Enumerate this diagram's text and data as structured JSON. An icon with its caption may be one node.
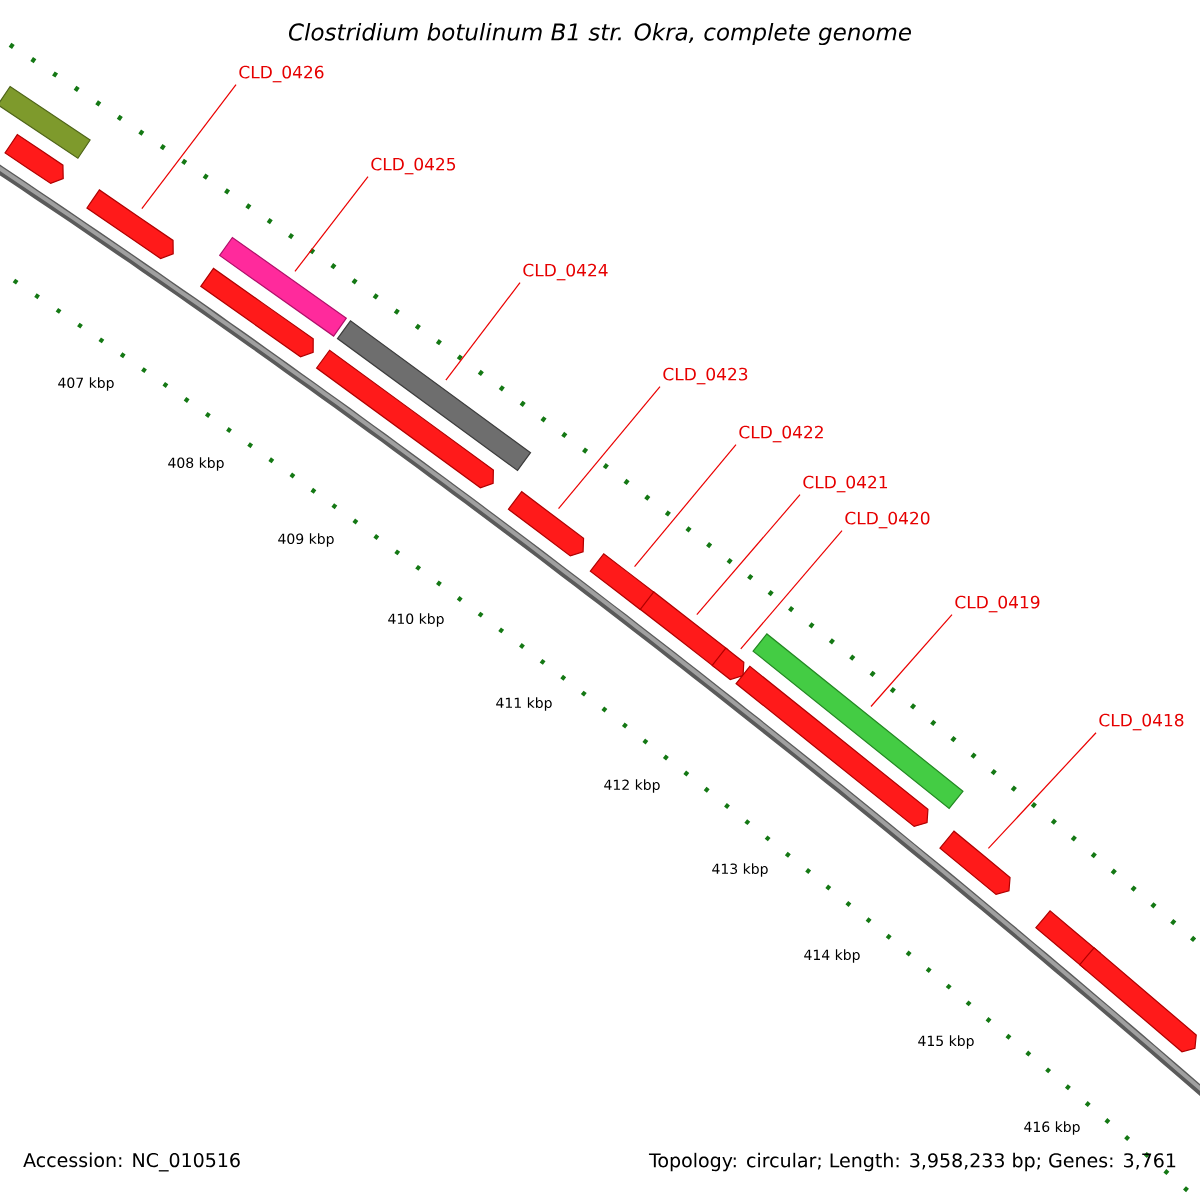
{
  "diagram": {
    "title": "Clostridium botulinum B1 str. Okra, complete genome",
    "nodes": [
      {
        "text": [
          "CLD_0426"
        ]
      },
      {
        "text": [
          "CLD_0425"
        ]
      },
      {
        "text": [
          "CLD_0424"
        ]
      },
      {
        "text": [
          "CLD_0423"
        ]
      },
      {
        "text": [
          "CLD_0422"
        ]
      },
      {
        "text": [
          "CLD_0421"
        ]
      },
      {
        "text": [
          "CLD_0420"
        ]
      },
      {
        "text": [
          "CLD_0419"
        ]
      },
      {
        "text": [
          "CLD_0418"
        ]
      },
      {
        "text": [],
        "shape": "bar"
      },
      {
        "text": [],
        "shape": "bar"
      },
      {
        "text": [],
        "shape": "bar"
      },
      {
        "text": [],
        "shape": "bar"
      },
      {
        "text": [],
        "shape": "bar"
      },
      {
        "text": [],
        "shape": "bar"
      },
      {
        "text": [],
        "shape": "bar"
      },
      {
        "text": [],
        "shape": "bar"
      },
      {
        "text": [],
        "shape": "bar"
      },
      {
        "text": [],
        "shape": "bar"
      },
      {
        "text": [],
        "shape": "bar"
      },
      {
        "text": [],
        "shape": "bar"
      },
      {
        "text": [],
        "shape": "bar"
      },
      {
        "text": [],
        "shape": "bar"
      },
      {
        "text": [],
        "shape": "bar"
      },
      {
        "text": [],
        "shape": "bar"
      }
    ],
    "edges": [
      {
        "from": 0,
        "to": 11,
        "arrow": "none"
      },
      {
        "from": 1,
        "to": 13,
        "arrow": "none"
      },
      {
        "from": 2,
        "to": 15,
        "arrow": "none"
      },
      {
        "from": 3,
        "to": 16,
        "arrow": "none"
      },
      {
        "from": 4,
        "to": 17,
        "arrow": "none"
      },
      {
        "from": 5,
        "to": 18,
        "arrow": "none"
      },
      {
        "from": 6,
        "to": 19,
        "arrow": "none"
      },
      {
        "from": 7,
        "to": 21,
        "arrow": "none"
      },
      {
        "from": 8,
        "to": 22,
        "arrow": "none"
      }
    ],
    "labels": [
      "407 kbp",
      "408 kbp",
      "409 kbp",
      "410 kbp",
      "411 kbp",
      "412 kbp",
      "413 kbp",
      "414 kbp",
      "415 kbp",
      "416 kbp",
      "Accession: NC_010516",
      "Topology: circular; Length: 3,958,233 bp; Genes: 3,761"
    ]
  }
}
